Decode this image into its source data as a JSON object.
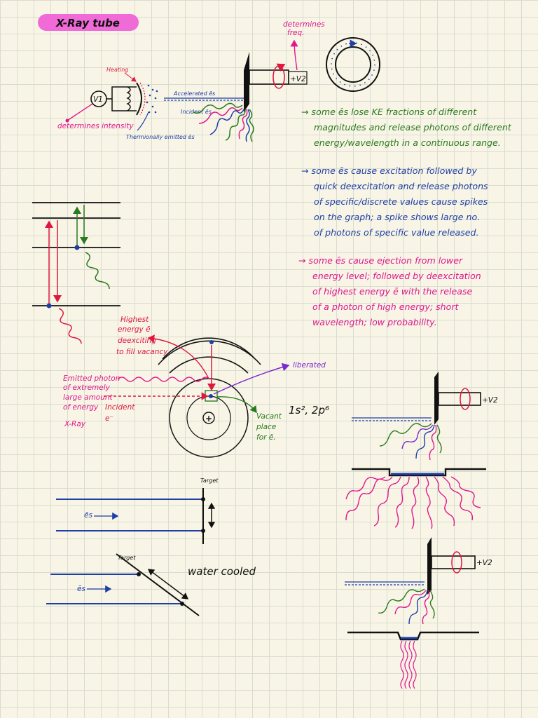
{
  "title": "X-Ray tube",
  "tube": {
    "heating": "Heating",
    "v1": "V1",
    "determines_intensity": "determines intensity",
    "thermionic": "Thermionally emitted ēs",
    "accelerated": "Accelerated ēs",
    "incident": "Incident ēs",
    "determines_freq": "determines freq.",
    "plus_v2": "+V2"
  },
  "notes": {
    "continuous": [
      "→ some ēs lose KE fractions of different",
      "magnitudes and release photons of different",
      "energy/wavelength in a continuous range."
    ],
    "spikes": [
      "→ some ēs cause excitation followed by",
      "quick deexcitation and release photons",
      "of specific/discrete values cause spikes",
      "on the graph; a spike shows large no.",
      "of photons of specific value released."
    ],
    "ejection": [
      "→ some ēs cause ejection from lower",
      "energy level; followed by deexcitation",
      "of highest energy ē with the release",
      "of a photon of high energy; short",
      "wavelength; low probability."
    ]
  },
  "atom": {
    "highest": [
      "Highest",
      "energy ē",
      "deexciting",
      "to fill vacancy"
    ],
    "liberated": "liberated",
    "emitted": [
      "Emitted photon",
      "of extremely",
      "large amount",
      "of energy"
    ],
    "incident": [
      "Incident",
      "e⁻"
    ],
    "xray": "X-Ray",
    "vacant": [
      "Vacant",
      "place",
      "for ē."
    ],
    "config": "1s², 2p⁶",
    "nucleus": "+"
  },
  "targets": {
    "target1": "Target",
    "es1": "ēs",
    "target2": "Target",
    "es2": "ēs",
    "water_cooled": "water cooled",
    "plus_v2_a": "+V2",
    "plus_v2_b": "+V2"
  },
  "colors": {
    "red": "#e0173f",
    "green": "#2a7a1e",
    "blue": "#1e3fa6",
    "pink": "#e0178e",
    "purple": "#7a2ad1"
  }
}
